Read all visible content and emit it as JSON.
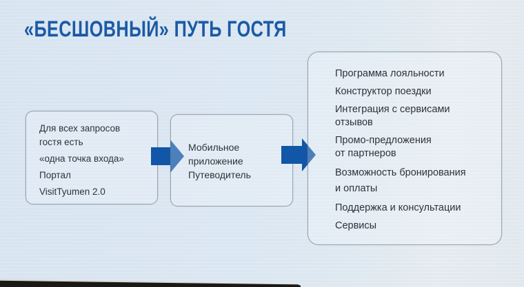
{
  "slide": {
    "title": "«БЕСШОВНЫЙ» ПУТЬ ГОСТЯ"
  },
  "colors": {
    "title_blue": "#1b5aa5",
    "arrow_blue": "#1156a7",
    "box_border": "#637482",
    "body_text": "#2d3238",
    "background": "#dfe9f3",
    "photo_edge_dark": "#1b1916"
  },
  "diagram": {
    "entry_box": {
      "paragraphs": [
        {
          "lines": [
            "Для всех запросов",
            "гостя есть"
          ]
        },
        {
          "lines": [
            "«одна точка входа»"
          ]
        },
        {
          "lines": [
            "Портал"
          ]
        },
        {
          "lines": [
            "VisitTyumen 2.0"
          ]
        }
      ]
    },
    "app_box": {
      "lines": [
        "Мобильное",
        "приложение",
        "Путеводитель"
      ]
    },
    "features_box": {
      "items": [
        {
          "lines": [
            "Программа лояльности"
          ]
        },
        {
          "lines": [
            "Конструктор поездки"
          ]
        },
        {
          "lines": [
            "Интеграция с сервисами",
            "отзывов"
          ]
        },
        {
          "lines": [
            "Промо-предложения",
            "от партнеров"
          ]
        },
        {
          "lines": [
            "Возможность бронирования",
            "и оплаты"
          ]
        },
        {
          "lines": [
            "Поддержка и консультации"
          ]
        },
        {
          "lines": [
            "Сервисы"
          ]
        }
      ]
    }
  }
}
